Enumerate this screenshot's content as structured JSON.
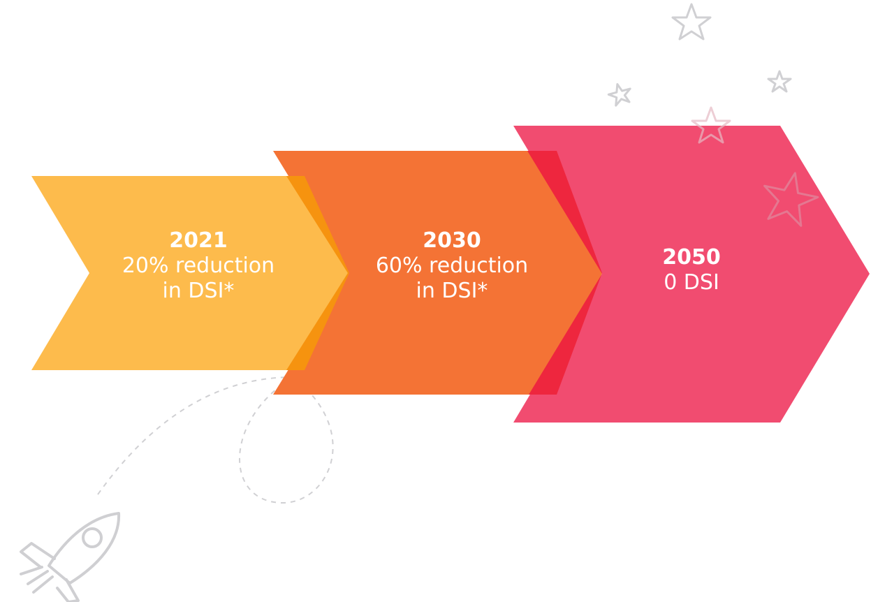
{
  "roadmap": {
    "steps": [
      {
        "year": "2021",
        "line1": "20% reduction",
        "line2": "in DSI*"
      },
      {
        "year": "2030",
        "line1": "60% reduction",
        "line2": "in DSI*"
      },
      {
        "year": "2050",
        "line1": "0 DSI",
        "line2": ""
      }
    ]
  },
  "colors": {
    "step1": "#fdbb4c",
    "step2": "#f47335",
    "step3": "#f14c70",
    "overlap12": "#f6930f",
    "overlap23": "#ee263e",
    "decoration": "#d0d0d3"
  },
  "icons": [
    "rocket-icon",
    "star-icon"
  ]
}
